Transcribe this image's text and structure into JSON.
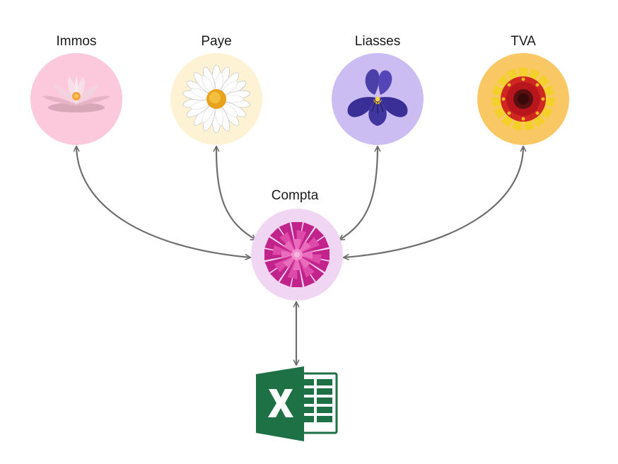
{
  "nodes": {
    "immos": {
      "label": "Immos",
      "bg": "#fbc8dc",
      "icon": "water-lily-icon"
    },
    "paye": {
      "label": "Paye",
      "bg": "#fdf3d4",
      "icon": "daisy-icon"
    },
    "liasses": {
      "label": "Liasses",
      "bg": "#cbbdf2",
      "icon": "pansy-icon"
    },
    "tva": {
      "label": "TVA",
      "bg": "#f9c764",
      "icon": "gaillardia-icon"
    },
    "compta": {
      "label": "Compta",
      "bg": "#f1d6f3",
      "icon": "dahlia-icon"
    }
  },
  "spreadsheet": {
    "icon": "excel-icon",
    "color": "#1e7145"
  },
  "connections": [
    {
      "from": "compta",
      "to": "immos",
      "direction": "bidirectional"
    },
    {
      "from": "compta",
      "to": "paye",
      "direction": "bidirectional"
    },
    {
      "from": "compta",
      "to": "liasses",
      "direction": "bidirectional"
    },
    {
      "from": "compta",
      "to": "tva",
      "direction": "bidirectional"
    },
    {
      "from": "compta",
      "to": "spreadsheet",
      "direction": "bidirectional"
    }
  ],
  "colors": {
    "arrow": "#6e6e6e"
  }
}
